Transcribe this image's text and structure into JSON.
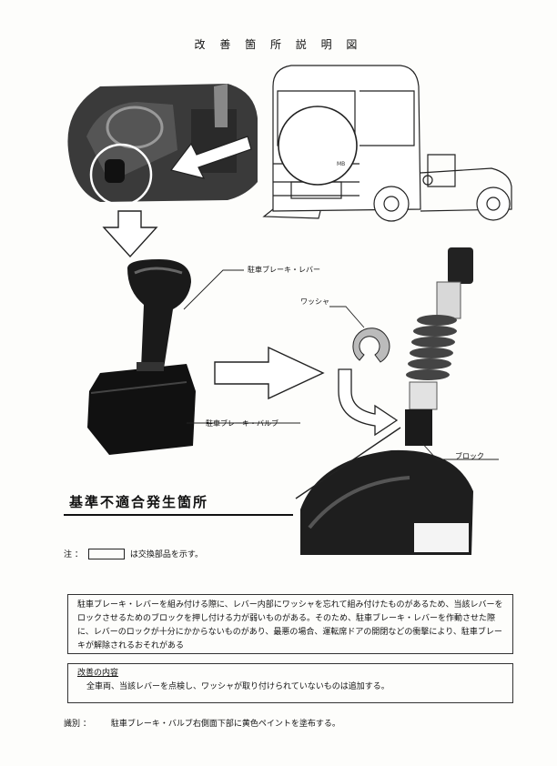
{
  "title": "改 善 箇 所 説 明 図",
  "labels": {
    "parking_brake_lever": "駐車ブレーキ・レバー",
    "washer": "ワッシャ",
    "parking_brake_valve": "駐車ブレーキ・バルブ",
    "block": "ブロック",
    "truck_badge": "MB"
  },
  "banner": "基準不適合発生箇所",
  "note": {
    "prefix": "注 ：",
    "suffix": "は交換部品を示す。"
  },
  "defect_text": "駐車ブレーキ・レバーを組み付ける際に、レバー内部にワッシャを忘れて組み付けたものがあるため、当該レバーをロックさせるためのブロックを押し付ける力が弱いものがある。そのため、駐車ブレーキ・レバーを作動させた際に、レバーのロックが十分にかからないものがあり、最悪の場合、運転席ドアの開閉などの衝撃により、駐車ブレーキが解除されるおそれがある",
  "improvement": {
    "heading": "改善の内容",
    "body": "全車両、当該レバーを点検し、ワッシャが取り付けられていないものは追加する。"
  },
  "identification": {
    "label": "識別 ：",
    "body": "駐車ブレーキ・バルブ右側面下部に黄色ペイントを塗布する。"
  }
}
